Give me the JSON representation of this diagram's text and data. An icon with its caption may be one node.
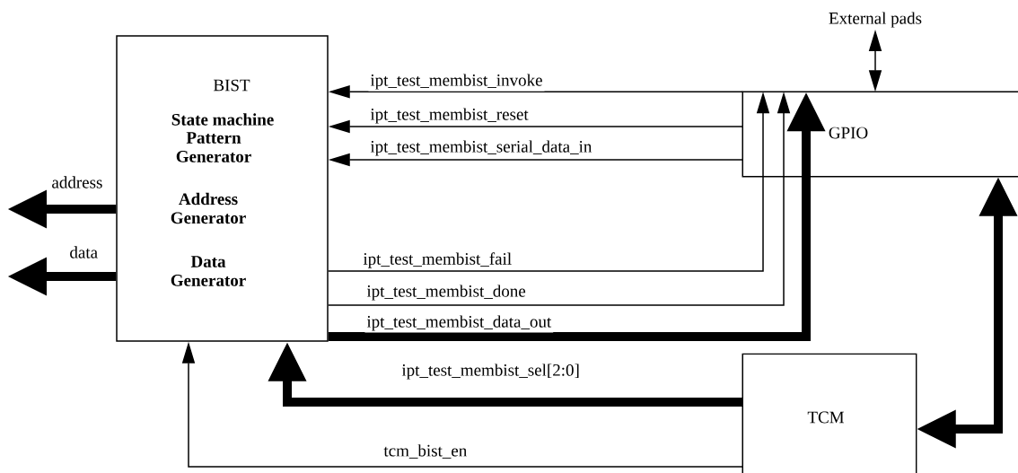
{
  "diagram": {
    "nodes": [
      {
        "text": [
          "BIST",
          "State machine",
          "Pattern Generator",
          "Address Generator",
          "Data Generator"
        ]
      },
      {
        "text": [
          "GPIO"
        ]
      },
      {
        "text": [
          "TCM"
        ]
      },
      {
        "text": [
          "External pads"
        ]
      }
    ],
    "edges": [
      {
        "from": 1,
        "to": 0,
        "arrow": "to",
        "label": "ipt_test_membist_invoke"
      },
      {
        "from": 1,
        "to": 0,
        "arrow": "to",
        "label": "ipt_test_membist_reset"
      },
      {
        "from": 1,
        "to": 0,
        "arrow": "to",
        "label": "ipt_test_membist_serial_data_in"
      },
      {
        "from": 0,
        "to": 1,
        "arrow": "to",
        "label": "ipt_test_membist_fail"
      },
      {
        "from": 0,
        "to": 1,
        "arrow": "to",
        "label": "ipt_test_membist_done"
      },
      {
        "from": 0,
        "to": 1,
        "arrow": "to",
        "label": "ipt_test_membist_data_out",
        "style": "thick"
      },
      {
        "from": 2,
        "to": 0,
        "arrow": "to",
        "label": "ipt_test_membist_sel[2:0]",
        "style": "thick"
      },
      {
        "from": 2,
        "to": 0,
        "arrow": "to",
        "label": "tcm_bist_en"
      },
      {
        "from": 1,
        "to": 2,
        "arrow": "both",
        "style": "thick"
      },
      {
        "from": 3,
        "to": 1,
        "arrow": "both"
      },
      {
        "from": 0,
        "to": null,
        "arrow": "to",
        "label": "address",
        "style": "thick"
      },
      {
        "from": 0,
        "to": null,
        "arrow": "to",
        "label": "data",
        "style": "thick"
      }
    ]
  }
}
